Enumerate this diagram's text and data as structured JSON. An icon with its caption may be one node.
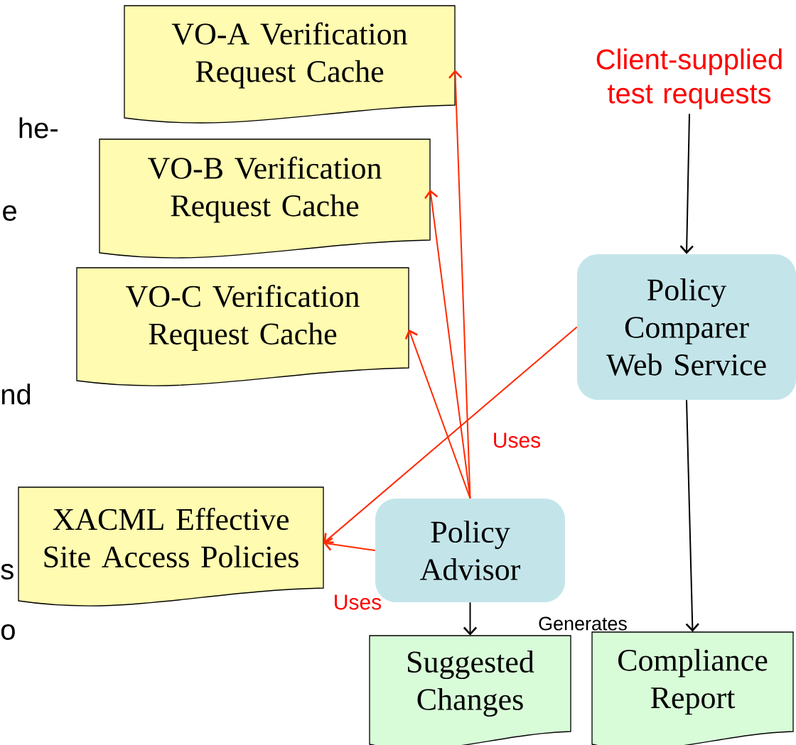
{
  "diagram": {
    "nodes": [
      {
        "text": [
          "VO-A Verification Request Cache"
        ]
      },
      {
        "text": [
          "VO-B Verification Request Cache"
        ]
      },
      {
        "text": [
          "VO-C Verification Request Cache"
        ]
      },
      {
        "text": [
          "Client-supplied test requests"
        ]
      },
      {
        "text": [
          "Policy Comparer Web Service"
        ]
      },
      {
        "text": [
          "XACML Effective Site Access Policies"
        ]
      },
      {
        "text": [
          "Policy Advisor"
        ]
      },
      {
        "text": [
          "Suggested Changes"
        ]
      },
      {
        "text": [
          "Compliance Report"
        ]
      }
    ],
    "edges": [
      {
        "from": 6,
        "to": 0,
        "arrow": "to"
      },
      {
        "from": 6,
        "to": 1,
        "arrow": "to"
      },
      {
        "from": 6,
        "to": 2,
        "arrow": "to"
      },
      {
        "from": 6,
        "to": 5,
        "arrow": "to"
      },
      {
        "from": 4,
        "to": 5,
        "arrow": "to"
      },
      {
        "from": 3,
        "to": 4,
        "arrow": "to",
        "color": "#000000"
      },
      {
        "from": 4,
        "to": 8,
        "arrow": "to",
        "color": "#000000"
      },
      {
        "from": 6,
        "to": 7,
        "arrow": "to",
        "color": "#000000"
      }
    ],
    "labels": [
      "he-",
      "e",
      "nd",
      "Uses",
      "s",
      "Uses",
      "Generates",
      "o"
    ]
  }
}
